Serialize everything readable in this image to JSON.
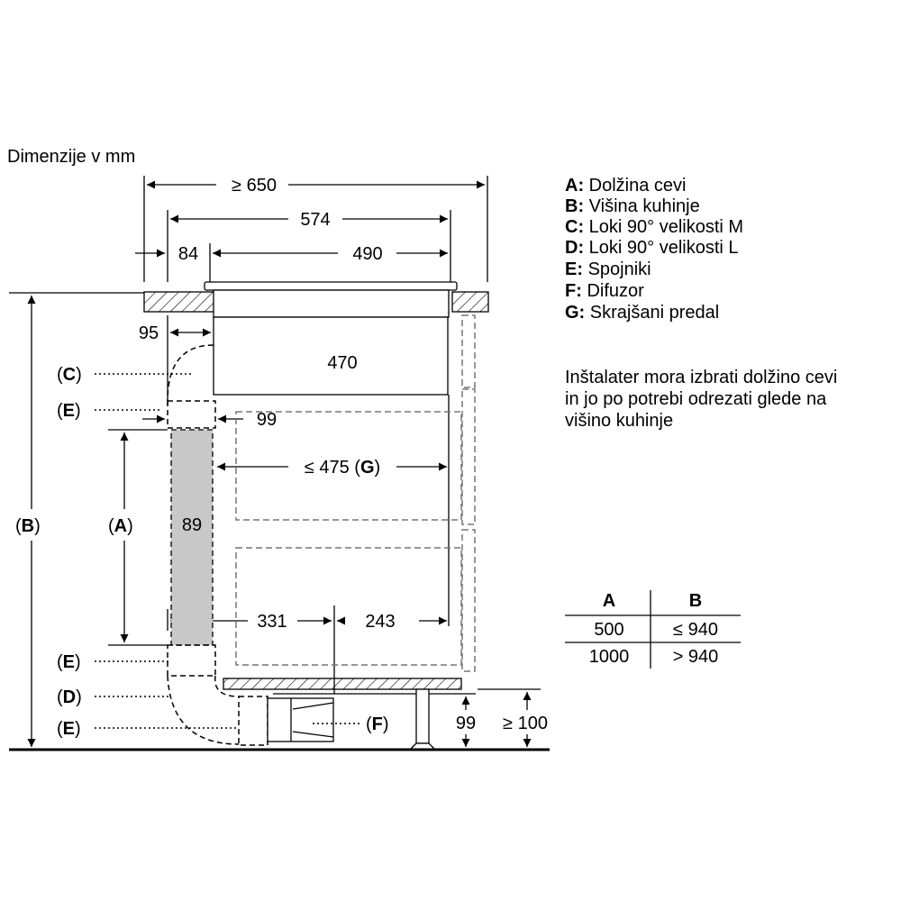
{
  "title": "Dimenzije v mm",
  "dimensions": {
    "min_width": "≥ 650",
    "w574": "574",
    "w84": "84",
    "w490": "490",
    "w95": "95",
    "w470": "470",
    "w99": "99",
    "drawer": "≤ 475 (",
    "drawer_letter": "G",
    "drawer_close": ")",
    "pipe": "89",
    "w331": "331",
    "w243": "243",
    "h99": "99",
    "h100": "≥ 100"
  },
  "callouts": {
    "C": "C",
    "E": "E",
    "A": "A",
    "B": "B",
    "D": "D",
    "F": "F"
  },
  "legend": [
    {
      "key": "A:",
      "text": "Dolžina cevi"
    },
    {
      "key": "B:",
      "text": "Višina kuhinje"
    },
    {
      "key": "C:",
      "text": "Loki 90° velikosti M"
    },
    {
      "key": "D:",
      "text": "Loki 90° velikosti L"
    },
    {
      "key": "E:",
      "text": "Spojniki"
    },
    {
      "key": "F:",
      "text": "Difuzor"
    },
    {
      "key": "G:",
      "text": "Skrajšani predal"
    }
  ],
  "note": [
    "Inštalater mora izbrati dolžino cevi",
    "in jo po potrebi odrezati glede na",
    "višino kuhinje"
  ],
  "table": {
    "headers": [
      "A",
      "B"
    ],
    "rows": [
      [
        "500",
        "≤ 940"
      ],
      [
        "1000",
        "> 940"
      ]
    ]
  }
}
